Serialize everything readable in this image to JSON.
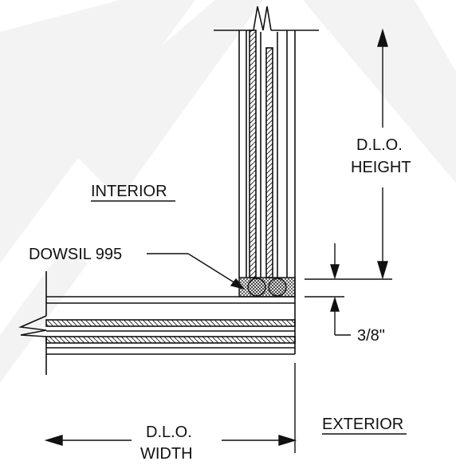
{
  "labels": {
    "interior": "INTERIOR",
    "exterior": "EXTERIOR",
    "sealant": "DOWSIL 995",
    "dlo_height_line1": "D.L.O.",
    "dlo_height_line2": "HEIGHT",
    "dlo_width_line1": "D.L.O.",
    "dlo_width_line2": "WIDTH",
    "dimension": "3/8\""
  },
  "colors": {
    "line": "#111111",
    "watermark": "#f2f2f2"
  }
}
